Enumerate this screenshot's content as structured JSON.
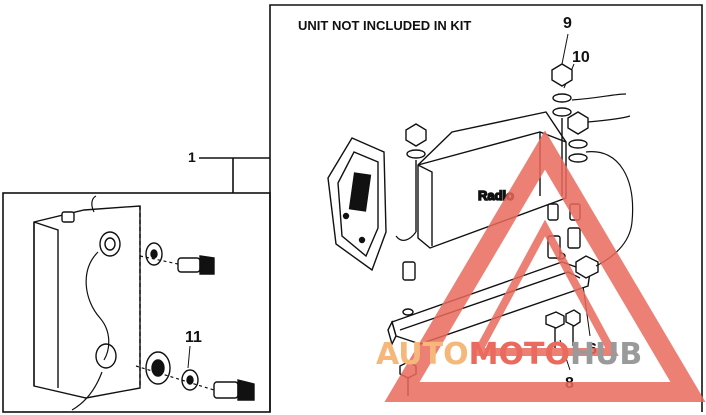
{
  "header": {
    "note": "UNIT NOT INCLUDED IN KIT"
  },
  "component_label": "Radio",
  "callouts": [
    {
      "id": "callout-1",
      "text": "1"
    },
    {
      "id": "callout-6",
      "text": "6"
    },
    {
      "id": "callout-8",
      "text": "8"
    },
    {
      "id": "callout-9",
      "text": "9"
    },
    {
      "id": "callout-10",
      "text": "10"
    },
    {
      "id": "callout-11",
      "text": "11"
    }
  ],
  "watermark": {
    "part_a": "AUTO",
    "part_b": "MOTO",
    "part_c": "HUB",
    "color_a": "#f5b87a",
    "color_b": "#ea6a5d",
    "color_c": "#9a9a9a"
  }
}
